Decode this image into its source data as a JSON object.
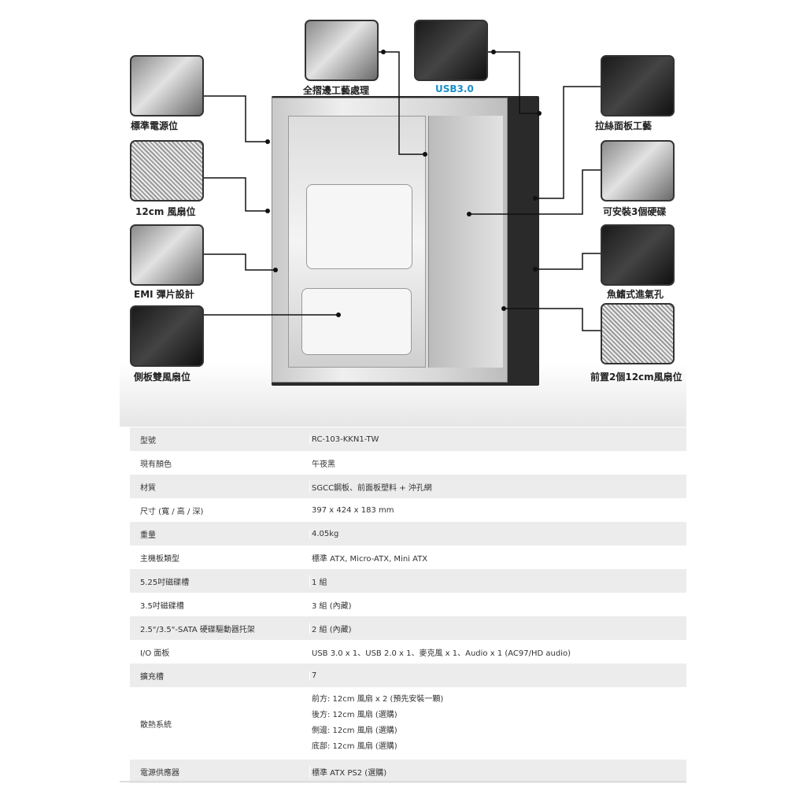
{
  "features": {
    "left": [
      {
        "label": "標準電源位"
      },
      {
        "label": "12cm 風扇位"
      },
      {
        "label": "EMI 彈片設計"
      },
      {
        "label": "側板雙風扇位"
      }
    ],
    "top": [
      {
        "label": "全摺邊工藝處理"
      },
      {
        "label": "USB3.0"
      }
    ],
    "right": [
      {
        "label": "拉絲面板工藝"
      },
      {
        "label": "可安裝3個硬碟"
      },
      {
        "label": "魚鰭式進氣孔"
      },
      {
        "label": "前置2個12cm風扇位"
      }
    ]
  },
  "colors": {
    "accent": "#1a8fc9",
    "row_shade": "#ececec"
  },
  "spec": [
    {
      "k": "型號",
      "v": "RC-103-KKN1-TW"
    },
    {
      "k": "現有顏色",
      "v": "午夜黑"
    },
    {
      "k": "材質",
      "v": "SGCC鋼板、前面板塑料 + 沖孔網"
    },
    {
      "k": "尺寸 (寬 / 高 / 深)",
      "v": "397 x 424 x 183 mm"
    },
    {
      "k": "重量",
      "v": "4.05kg"
    },
    {
      "k": "主機板類型",
      "v": "標準 ATX, Micro-ATX, Mini ATX"
    },
    {
      "k": "5.25吋磁碟槽",
      "v": "1 組"
    },
    {
      "k": "3.5吋磁碟槽",
      "v": "3 組 (內藏)"
    },
    {
      "k": "2.5\"/3.5\"-SATA 硬碟驅動器托架",
      "v": "2 組 (內藏)"
    },
    {
      "k": "I/O 面板",
      "v": "USB 3.0 x 1、USB 2.0 x 1、麥克風 x 1、Audio x 1 (AC97/HD audio)"
    },
    {
      "k": "擴充槽",
      "v": "7"
    }
  ],
  "cooling": {
    "k": "散熱系統",
    "lines": [
      "前方: 12cm 風扇 x 2 (預先安裝一顆)",
      "後方: 12cm 風扇 (選購)",
      "側邊: 12cm 風扇 (選購)",
      "底部: 12cm 風扇 (選購)"
    ]
  },
  "psu": {
    "k": "電源供應器",
    "v": "標準 ATX PS2 (選購)"
  }
}
